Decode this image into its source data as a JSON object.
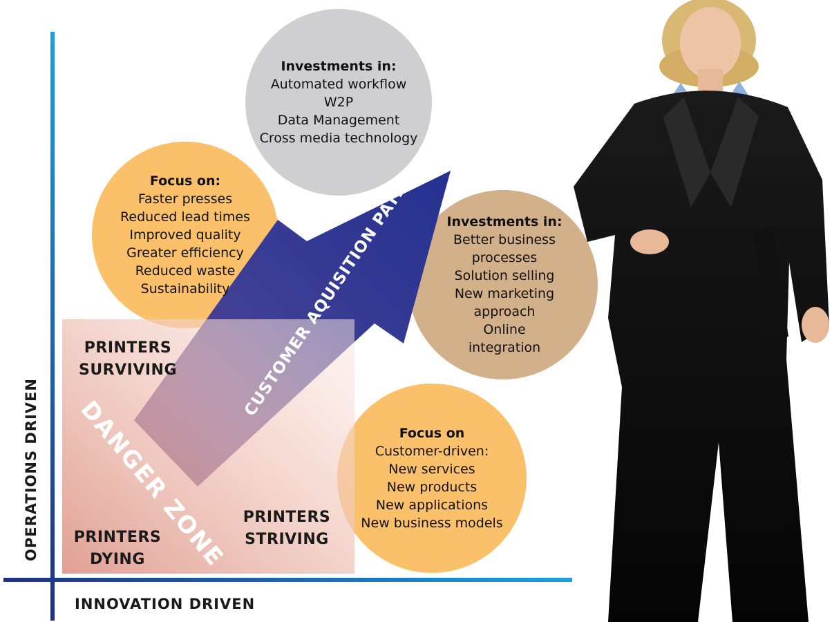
{
  "axes": {
    "vertical": "OPERATIONS DRIVEN",
    "horizontal": "INNOVATION DRIVEN"
  },
  "colors": {
    "axis_dark": "#1e2f86",
    "axis_light": "#1aa0e0",
    "orange_bubble": "#fbc06a",
    "gray_bubble": "#cfcfd1",
    "tan_bubble": "#d2b08a",
    "arrow": "#2b3590",
    "danger_zone": "#e3a89b"
  },
  "bubbles": {
    "top_gray": {
      "heading": "Investments in:",
      "lines": [
        "Automated workflow",
        "W2P",
        "Data Management",
        "Cross media technology"
      ]
    },
    "left_orange": {
      "heading": "Focus on:",
      "lines": [
        "Faster presses",
        "Reduced lead times",
        "Improved quality",
        "Greater efficiency",
        "Reduced waste",
        "Sustainability"
      ]
    },
    "right_tan": {
      "heading": "Investments in:",
      "lines": [
        "Better business",
        "processes",
        "Solution selling",
        "New marketing",
        "approach",
        "Online",
        "integration"
      ]
    },
    "bottom_orange": {
      "heading": "Focus on",
      "lines": [
        "Customer-driven:",
        "New services",
        "New products",
        "New applications",
        "New business models"
      ]
    }
  },
  "arrow_label": "CUSTOMER AQUISITION PATH",
  "danger_zone": "DANGER ZONE",
  "quadrants": {
    "surviving": [
      "PRINTERS",
      "SURVIVING"
    ],
    "striving": [
      "PRINTERS",
      "STRIVING"
    ],
    "dying": [
      "PRINTERS",
      "DYING"
    ]
  }
}
